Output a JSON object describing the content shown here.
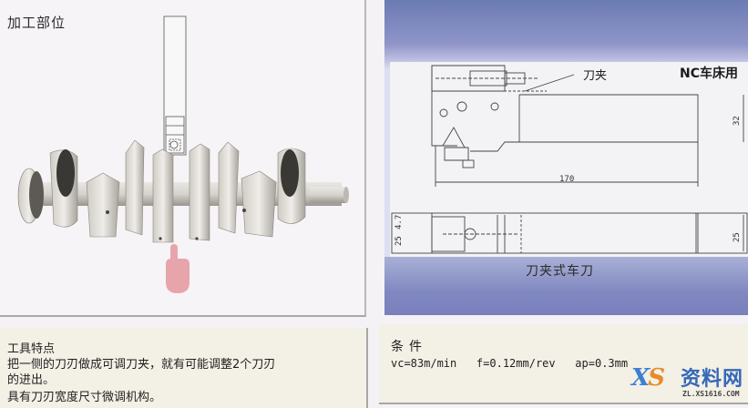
{
  "machining_part": {
    "title": "加工部位",
    "image_description": "crankshaft with cutting tool positioned at center journal, pink pointing-hand indicator"
  },
  "tool_drawing": {
    "holder_label": "刀夹",
    "usage_label": "NC车床用",
    "caption": "刀夹式车刀",
    "dimensions": {
      "length": "170",
      "height": "32",
      "width": "25",
      "offset_a": "25",
      "offset_b": "4.7"
    }
  },
  "tool_features": {
    "title": "工具特点",
    "lines": [
      "把一侧的刀刃做成可调刀夹，就有可能调整2个刀刃",
      "的进出。",
      "具有刀刃宽度尺寸微调机构。"
    ]
  },
  "conditions": {
    "title": "条件",
    "vc": "vc=83m/min",
    "f": "f=0.12mm/rev",
    "ap": "ap=0.3mm",
    "line": "vc=83m/min   f=0.12mm/rev   ap=0.3mm"
  },
  "watermark": {
    "logo": "XS",
    "name": "资料网",
    "url": "ZL.XS1616.COM"
  },
  "colors": {
    "panel_blue": "#7a80bd",
    "panel_cream": "#f3f0e6",
    "indicator_pink": "#e8a0a8"
  }
}
